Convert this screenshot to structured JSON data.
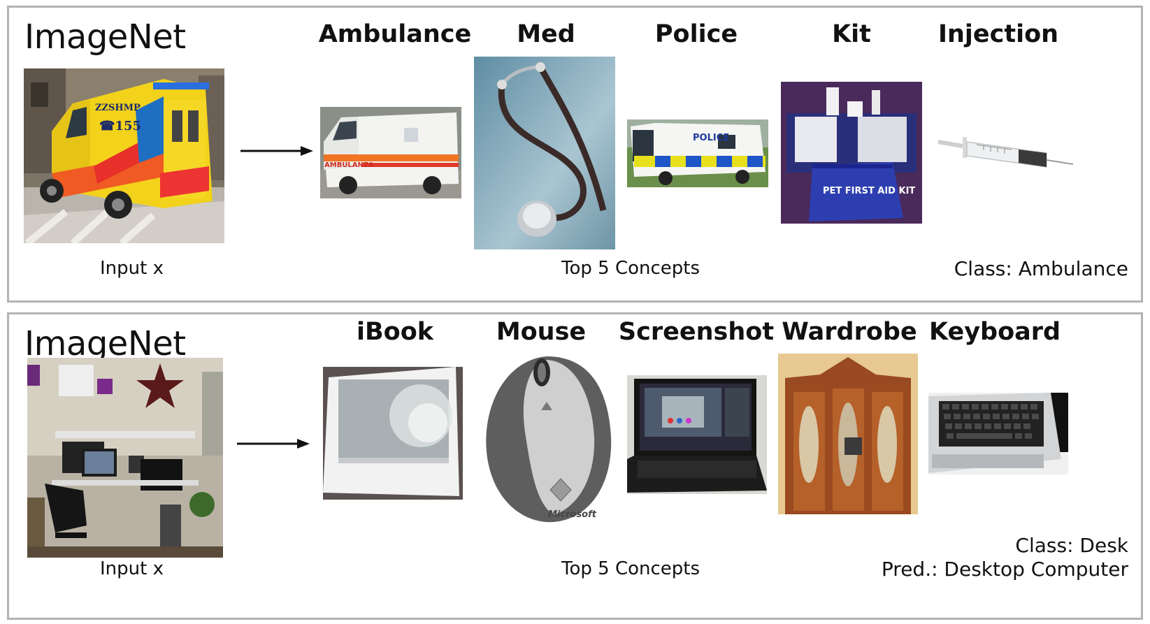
{
  "panels": [
    {
      "dataset": "ImageNet",
      "input_caption": "Input x",
      "concepts_caption": "Top 5 Concepts",
      "concepts": [
        "Ambulance",
        "Med",
        "Police",
        "Kit",
        "Injection"
      ],
      "class_label": "Class: Ambulance",
      "pred_label": ""
    },
    {
      "dataset": "ImageNet",
      "input_caption": "Input x",
      "concepts_caption": "Top 5 Concepts",
      "concepts": [
        "iBook",
        "Mouse",
        "Screenshot",
        "Wardrobe",
        "Keyboard"
      ],
      "class_label": "Class: Desk",
      "pred_label": "Pred.: Desktop Computer"
    }
  ],
  "image_text": {
    "ambulance_side": "ZZSHMP",
    "ambulance_number": "☎155",
    "ambulance2_side": "AMBULANZA",
    "police_side": "POLICE",
    "kit_label": "PET FIRST AID KIT",
    "mouse_brand": "Microsoft"
  }
}
